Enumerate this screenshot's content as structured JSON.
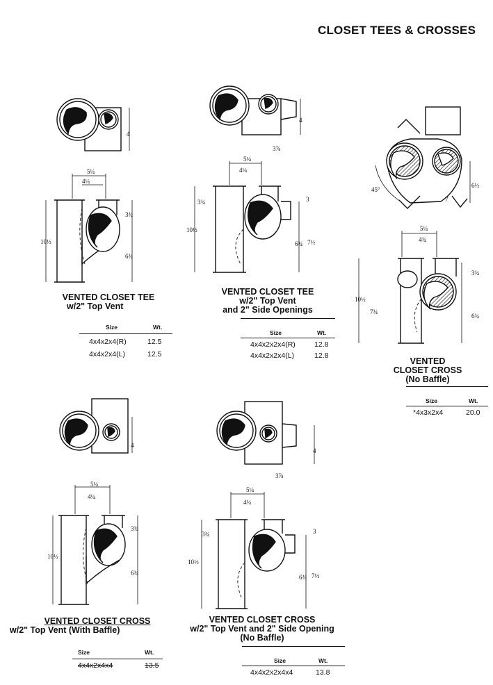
{
  "page": {
    "title": "CLOSET TEES & CROSSES"
  },
  "products": [
    {
      "caption": [
        "VENTED CLOSET TEE",
        "w/2\" Top Vent"
      ],
      "table": {
        "headers": [
          "Size",
          "Wt."
        ],
        "rows": [
          [
            "4x4x2x4(R)",
            "12.5"
          ],
          [
            "4x4x2x4(L)",
            "12.5"
          ]
        ]
      }
    },
    {
      "caption": [
        "VENTED CLOSET TEE",
        "w/2\" Top Vent",
        "and 2\" Side Openings"
      ],
      "table": {
        "headers": [
          "Size",
          "Wt."
        ],
        "rows": [
          [
            "4x4x2x2x4(R)",
            "12.8"
          ],
          [
            "4x4x2x2x4(L)",
            "12.8"
          ]
        ]
      }
    },
    {
      "caption": [
        "VENTED",
        "CLOSET CROSS",
        "(No Baffle)"
      ],
      "table": {
        "headers": [
          "Size",
          "Wt."
        ],
        "rows": [
          [
            "*4x3x2x4",
            "20.0"
          ]
        ]
      }
    },
    {
      "caption": [
        "VENTED CLOSET CROSS",
        "w/2\" Top Vent (With Baffle)"
      ],
      "table": {
        "headers": [
          "Size",
          "Wt."
        ],
        "rows": [
          [
            "4x4x2x4x4",
            "13.5"
          ]
        ]
      }
    },
    {
      "caption": [
        "VENTED CLOSET CROSS",
        "w/2\" Top Vent and 2\" Side Opening",
        "(No Baffle)"
      ],
      "table": {
        "headers": [
          "Size",
          "Wt."
        ],
        "rows": [
          [
            "4x4x2x2x4x4",
            "13.8"
          ]
        ]
      }
    }
  ],
  "dimensions": {
    "d4": "4",
    "d3_7_8": "3⅞",
    "d5_1_4": "5¼",
    "d4_1_4": "4¼",
    "d4_3_4": "4¾",
    "d10_1_2": "10½",
    "d3_3_4": "3¾",
    "d6_3_4": "6¾",
    "d3": "3",
    "d7_1_2": "7½",
    "d6_1_2": "6½",
    "d45": "45°",
    "d7": "7",
    "d7_3_4": "7¾"
  }
}
